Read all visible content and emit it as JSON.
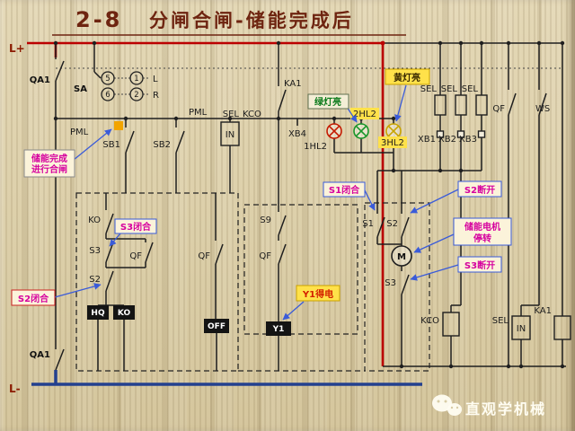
{
  "title": {
    "number": "2-8",
    "text": "分闸合闸-储能完成后"
  },
  "rails": {
    "l_plus": "L+",
    "l_minus": "L-",
    "qa1_top": "QA1",
    "qa1_bottom": "QA1"
  },
  "selector": {
    "sa": "SA",
    "pos5": "5",
    "pos1": "1",
    "pos6": "6",
    "pos2": "2",
    "local": "L",
    "remote": "R"
  },
  "labels": {
    "pml_left": "PML",
    "sb1": "SB1",
    "sb2": "SB2",
    "pml_mid": "PML",
    "sel_top": "SEL",
    "kco_top": "KCO",
    "in_top": "IN",
    "xb4": "XB4",
    "ka1_top": "KA1",
    "hl2_1": "1HL2",
    "hl2_2": "2HL2",
    "hl2_3": "3HL2",
    "sel_1": "SEL",
    "sel_2": "SEL",
    "sel_3": "SEL",
    "xb1": "XB1",
    "xb2": "XB2",
    "xb3": "XB3",
    "qf_top": "QF",
    "ws": "WS",
    "ko_contact": "KO",
    "s3_contact": "S3",
    "qf_mid1": "QF",
    "s2_contact": "S2",
    "qf_mid2": "QF",
    "s9": "S9",
    "qf_mid3": "QF",
    "s1": "S1",
    "s2_right": "S2",
    "motor": "M",
    "s3_right": "S3",
    "hq_coil": "HQ",
    "ko_coil": "KO",
    "off_coil": "OFF",
    "y1_coil": "Y1",
    "kco_bottom": "KCO",
    "sel_bottom": "SEL",
    "in_bottom": "IN",
    "ka1_bottom": "KA1"
  },
  "callouts": {
    "storage_done_line1": "储能完成",
    "storage_done_line2": "进行合闸",
    "s3_closed": "S3闭合",
    "s2_closed": "S2闭合",
    "s1_closed": "S1闭合",
    "y1_energized": "Y1得电",
    "green_lamp_on": "绿灯亮",
    "yellow_lamp_on": "黄灯亮",
    "s2_open": "S2断开",
    "s3_open": "S3断开",
    "motor_stop_line1": "储能电机",
    "motor_stop_line2": "停转"
  },
  "watermark": {
    "text": "直观学机械"
  },
  "colors": {
    "wire_red": "#bb0000",
    "wire_blue": "#23408f",
    "callout_magenta": "#d6009e",
    "highlight_yellow": "#ffe14a"
  }
}
